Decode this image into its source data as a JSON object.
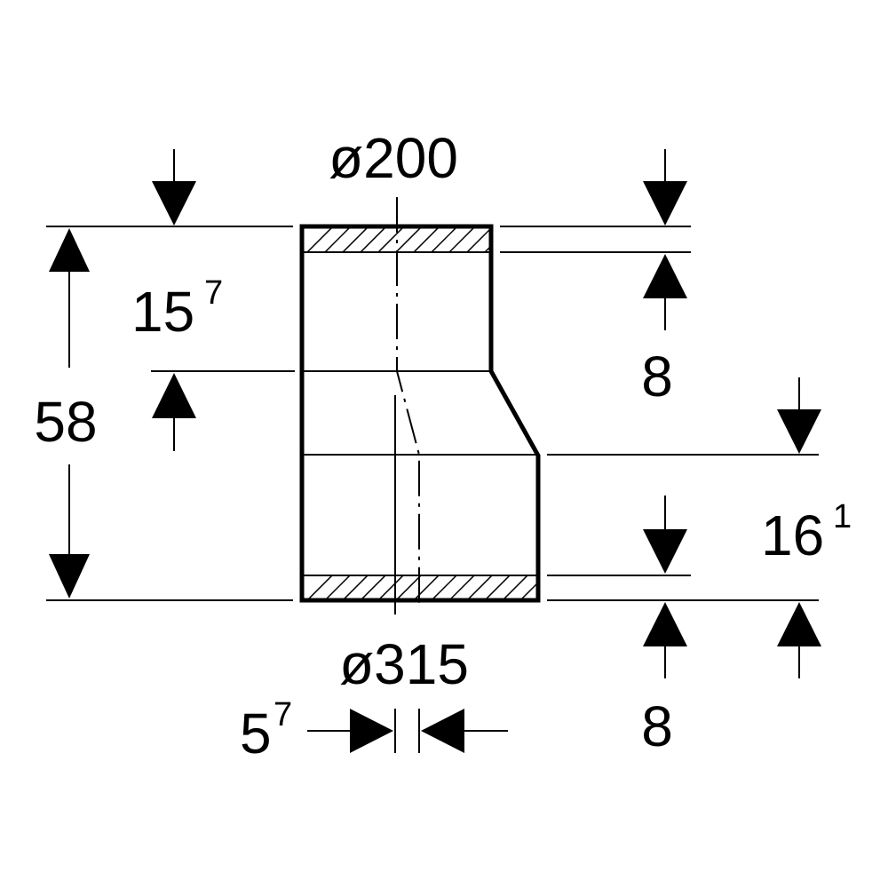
{
  "labels": {
    "top_diameter": "ø200",
    "bottom_diameter": "ø315",
    "overall_height": "58",
    "upper_section_base": "15",
    "upper_section_sup": "7",
    "top_wall": "8",
    "lower_section_base": "16",
    "lower_section_sup": "1",
    "bottom_wall": "8",
    "offset_base": "5",
    "offset_sup": "7"
  },
  "colors": {
    "stroke": "#000000",
    "background": "#ffffff"
  }
}
